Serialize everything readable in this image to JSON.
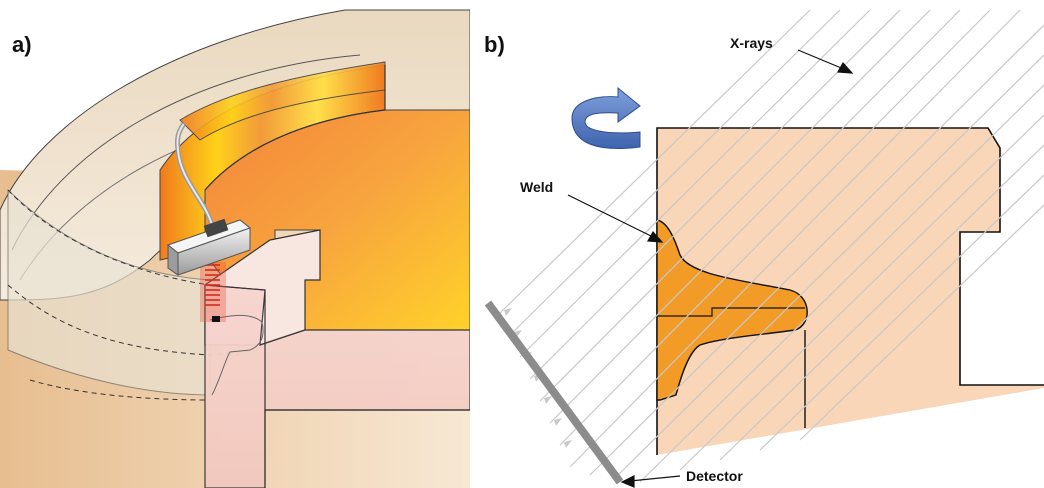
{
  "panels": {
    "a": {
      "label": "a)"
    },
    "b": {
      "label": "b)"
    }
  },
  "callouts": {
    "xrays": "X-rays",
    "weld": "Weld",
    "detector": "Detector"
  },
  "colors": {
    "part_fill": "#f9d6b8",
    "weld_fill": "#f29b26",
    "detector_gray": "#8c8c8c",
    "xray_line": "#c8c8c8",
    "rotation_arrow": "#5a7ec2",
    "ring_orange": "#f07a1e",
    "ring_yellow": "#ffd21a"
  },
  "icons": {
    "rotation": "curved-rotation-arrow-icon",
    "sensor": "ultrasonic-sensor-icon"
  }
}
